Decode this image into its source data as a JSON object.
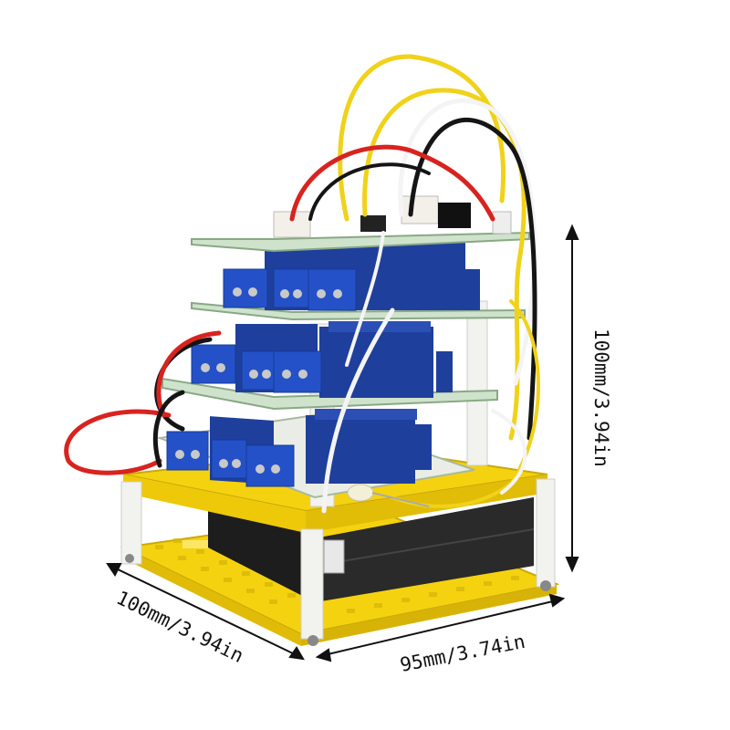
{
  "image": {
    "subject": "stacked relay module kit on yellow acrylic base",
    "background_color": "#ffffff"
  },
  "dimensions": {
    "height_label": "100mm/3.94in",
    "depth_label": "100mm/3.94in",
    "width_label": "95mm/3.74in"
  },
  "colors": {
    "acrylic_yellow": "#f5d20f",
    "pcb_green": "#cfe3cc",
    "relay_blue": "#1f3f9c",
    "terminal_blue": "#2451c7",
    "battery_black": "#1d1d1d",
    "standoff_white": "#f2f2ee",
    "wire_yellow": "#f0d21a",
    "wire_red": "#d8231f",
    "wire_black": "#151515",
    "wire_white": "#f4f4f4"
  }
}
